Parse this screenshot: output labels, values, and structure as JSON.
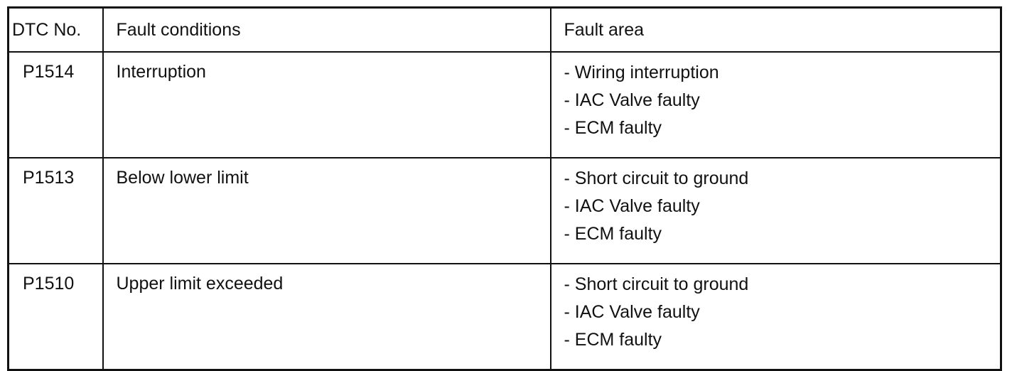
{
  "table": {
    "headers": {
      "dtc": "DTC No.",
      "conditions": "Fault conditions",
      "area": "Fault area"
    },
    "rows": [
      {
        "dtc": "P1514",
        "condition": "Interruption",
        "areas": [
          "- Wiring interruption",
          "- IAC Valve faulty",
          "- ECM faulty"
        ]
      },
      {
        "dtc": "P1513",
        "condition": "Below lower limit",
        "areas": [
          "- Short circuit to ground",
          "- IAC Valve faulty",
          "- ECM faulty"
        ]
      },
      {
        "dtc": "P1510",
        "condition": "Upper limit exceeded",
        "areas": [
          "- Short circuit to ground",
          "- IAC Valve faulty",
          "- ECM faulty"
        ]
      }
    ]
  }
}
